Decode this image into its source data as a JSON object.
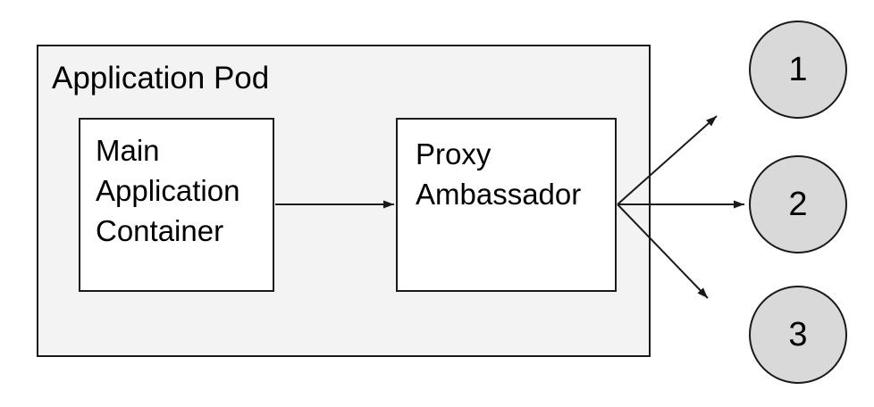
{
  "diagram": {
    "pod": {
      "label": "Application Pod"
    },
    "nodes": [
      {
        "id": "main-application-container",
        "label": "Main Application Container"
      },
      {
        "id": "proxy-ambassador",
        "label": "Proxy Ambassador"
      }
    ],
    "endpoints": [
      {
        "label": "1"
      },
      {
        "label": "2"
      },
      {
        "label": "3"
      }
    ],
    "connections": [
      {
        "from": "main-application-container",
        "to": "proxy-ambassador"
      },
      {
        "from": "proxy-ambassador",
        "to": "endpoint-1"
      },
      {
        "from": "proxy-ambassador",
        "to": "endpoint-2"
      },
      {
        "from": "proxy-ambassador",
        "to": "endpoint-3"
      }
    ],
    "colors": {
      "pod_fill": "#f3f3f3",
      "node_fill": "#ffffff",
      "endpoint_fill": "#d9d9d9",
      "stroke": "#1a1a1a",
      "text": "#000000",
      "background": "#ffffff"
    }
  }
}
